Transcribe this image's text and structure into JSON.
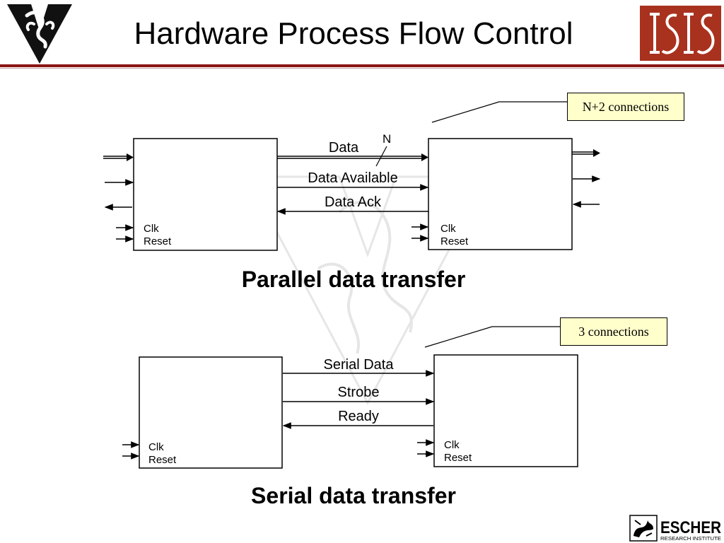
{
  "slide": {
    "title": "Hardware Process Flow Control"
  },
  "logos": {
    "left": "vanderbilt-v-logo",
    "right": "isis-logo",
    "bottom": "escher-research-institute-logo",
    "escher_text": "ESCHER",
    "escher_subtext": "RESEARCH INSTITUTE"
  },
  "colors": {
    "accent": "#8b1414",
    "callout_bg": "#ffffcc"
  },
  "parallel": {
    "callout": "N+2 connections",
    "bus_width_label": "N",
    "signals": {
      "data": "Data",
      "data_available": "Data Available",
      "data_ack": "Data Ack"
    },
    "left_block": {
      "clk": "Clk",
      "reset": "Reset"
    },
    "right_block": {
      "clk": "Clk",
      "reset": "Reset"
    },
    "caption": "Parallel data transfer"
  },
  "serial": {
    "callout": "3 connections",
    "signals": {
      "serial_data": "Serial Data",
      "strobe": "Strobe",
      "ready": "Ready"
    },
    "left_block": {
      "clk": "Clk",
      "reset": "Reset"
    },
    "right_block": {
      "clk": "Clk",
      "reset": "Reset"
    },
    "caption": "Serial data transfer"
  }
}
